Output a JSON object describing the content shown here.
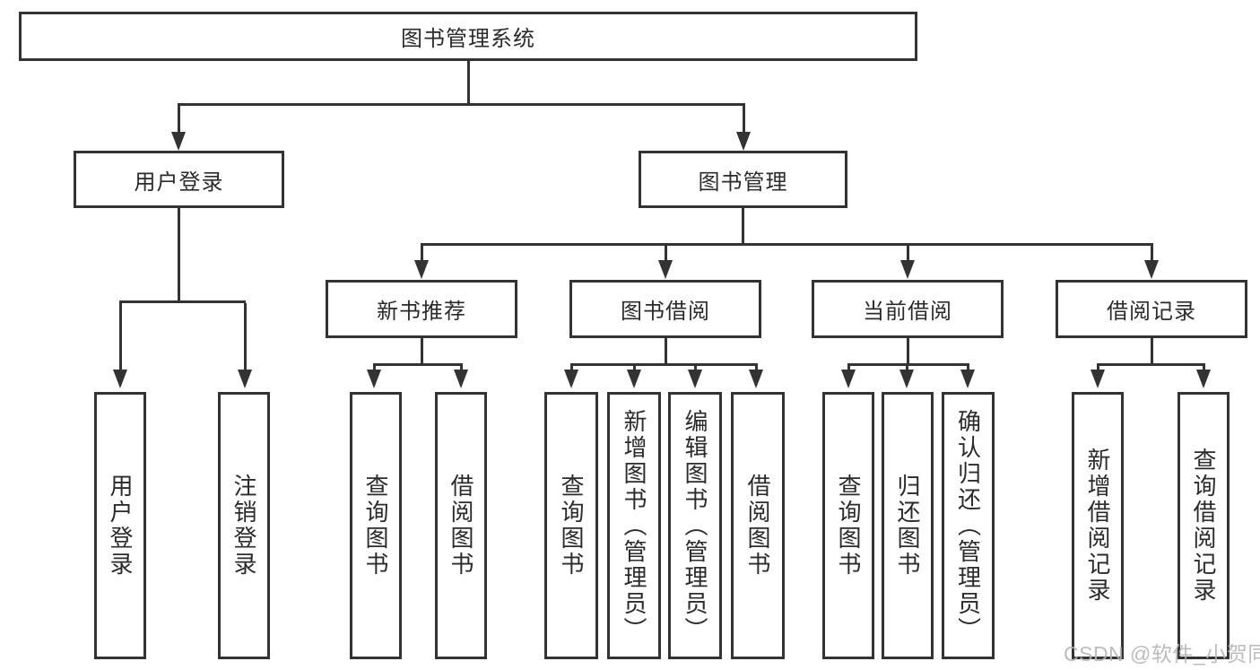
{
  "colors": {
    "border": "#333333",
    "text": "#2b2b2b",
    "watermark": "#b5b5b9",
    "background": "#ffffff"
  },
  "watermark": {
    "text": "CSDN @软件_小贺同学"
  },
  "tree": {
    "root": {
      "label": "图书管理系统"
    },
    "level2": [
      {
        "label": "用户登录",
        "children": [
          {
            "label": "用户登录"
          },
          {
            "label": "注销登录"
          }
        ]
      },
      {
        "label": "图书管理",
        "sections": [
          {
            "label": "新书推荐",
            "children": [
              {
                "label": "查询图书"
              },
              {
                "label": "借阅图书"
              }
            ]
          },
          {
            "label": "图书借阅",
            "children": [
              {
                "label": "查询图书"
              },
              {
                "label": "新增图书（管理员）"
              },
              {
                "label": "编辑图书（管理员）"
              },
              {
                "label": "借阅图书"
              }
            ]
          },
          {
            "label": "当前借阅",
            "children": [
              {
                "label": "查询图书"
              },
              {
                "label": "归还图书"
              },
              {
                "label": "确认归还（管理员）"
              }
            ]
          },
          {
            "label": "借阅记录",
            "children": [
              {
                "label": "新增借阅记录"
              },
              {
                "label": "查询借阅记录"
              }
            ]
          }
        ]
      }
    ]
  }
}
